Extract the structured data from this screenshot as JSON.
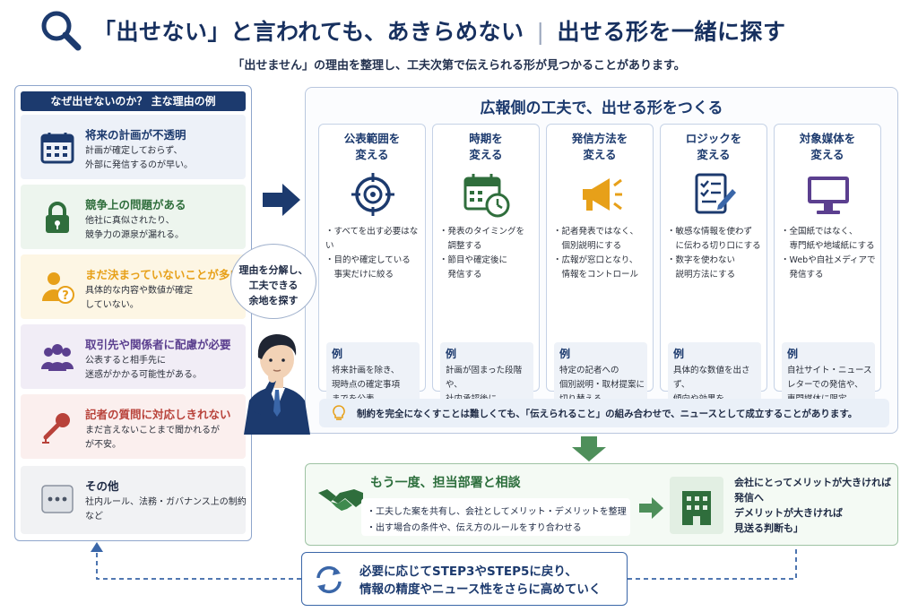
{
  "header": {
    "title_left": "「出せない」と言われても、あきらめない",
    "title_right": "出せる形を一緒に探す",
    "subtitle": "「出せません」の理由を整理し、工夫次第で伝えられる形が見つかることがあります。"
  },
  "reasons_panel": {
    "title": "なぜ出せないのか？ 主な理由の例",
    "items": [
      {
        "title": "将来の計画が不透明",
        "desc": "計画が確定しておらず、\n外部に発信するのが早い。",
        "icon": "calendar-icon",
        "color": "#1c3a6e",
        "bg": "#edf1f8"
      },
      {
        "title": "競争上の問題がある",
        "desc": "他社に真似されたり、\n競争力の源泉が漏れる。",
        "icon": "lock-icon",
        "color": "#2f6e3c",
        "bg": "#edf5ee"
      },
      {
        "title": "まだ決まっていないことが多い",
        "desc": "具体的な内容や数値が確定\nしていない。",
        "icon": "person-question-icon",
        "color": "#e7a019",
        "bg": "#fdf6e4"
      },
      {
        "title": "取引先や関係者に配慮が必要",
        "desc": "公表すると相手先に\n迷惑がかかる可能性がある。",
        "icon": "people-icon",
        "color": "#5b3f8f",
        "bg": "#f1edf6"
      },
      {
        "title": "記者の質問に対応しきれない",
        "desc": "まだ言えないことまで聞かれるが\nが不安。",
        "icon": "microphone-icon",
        "color": "#b8423a",
        "bg": "#fbefee"
      },
      {
        "title": "その他",
        "desc": "社内ルール、法務・ガバナンス上の制約 など",
        "icon": "more-icon",
        "color": "#1e2a44",
        "bg": "#f1f2f4"
      }
    ]
  },
  "ideas_panel": {
    "title": "広報側の工夫で、出せる形をつくる",
    "example_label": "例",
    "cards": [
      {
        "title": "公表範囲を\n変える",
        "icon": "target-icon",
        "body": "・すべてを出す必要はない\n・目的や確定している\n　事実だけに絞る",
        "example": "将来計画を除き、\n現時点の確定事項\nまでを公表"
      },
      {
        "title": "時期を\n変える",
        "icon": "calendar-clock-icon",
        "body": "・発表のタイミングを\n　調整する\n・節目や確定後に\n　発信する",
        "example": "計画が固まった段階や、\n社内承認後に\n改めて発信"
      },
      {
        "title": "発信方法を\n変える",
        "icon": "megaphone-icon",
        "body": "・記者発表ではなく、\n　個別説明にする\n・広報が窓口となり、\n　情報をコントロール",
        "example": "特定の記者への\n個別説明・取材提案に\n切り替える"
      },
      {
        "title": "ロジックを\n変える",
        "icon": "checklist-pen-icon",
        "body": "・敏感な情報を使わず\n　に伝わる切り口にする\n・数字を使わない\n　説明方法にする",
        "example": "具体的な数値を出さず、\n傾向や効果を\n定性的に説明"
      },
      {
        "title": "対象媒体を\n変える",
        "icon": "monitor-icon",
        "body": "・全国紙ではなく、\n　専門紙や地域紙にする\n・Webや自社メディアで\n　発信する",
        "example": "自社サイト・ニュース\nレターでの発信や、\n専門媒体に限定"
      }
    ],
    "note": "制約を完全になくすことは難しくても、「伝えられること」の組み合わせで、ニュースとして成立することがあります。"
  },
  "bubble": {
    "text": "理由を分解し、\n工夫できる\n余地を探す"
  },
  "consult": {
    "title": "もう一度、担当部署と相談",
    "bullets": [
      "・工夫した案を共有し、会社としてメリット・デメリットを整理",
      "・出す場合の条件や、伝え方のルールをすり合わせる"
    ],
    "result": "会社にとってメリットが大きければ\n発信へ\nデメリットが大きければ\n見送る判断も」"
  },
  "loop": {
    "text": "必要に応じてSTEP3やSTEP5に戻り、\n情報の精度やニュース性をさらに高めていく"
  },
  "colors": {
    "navy": "#1c3a6e",
    "green": "#2c6e3c",
    "blue": "#3a66a8",
    "gold": "#e7a019"
  }
}
